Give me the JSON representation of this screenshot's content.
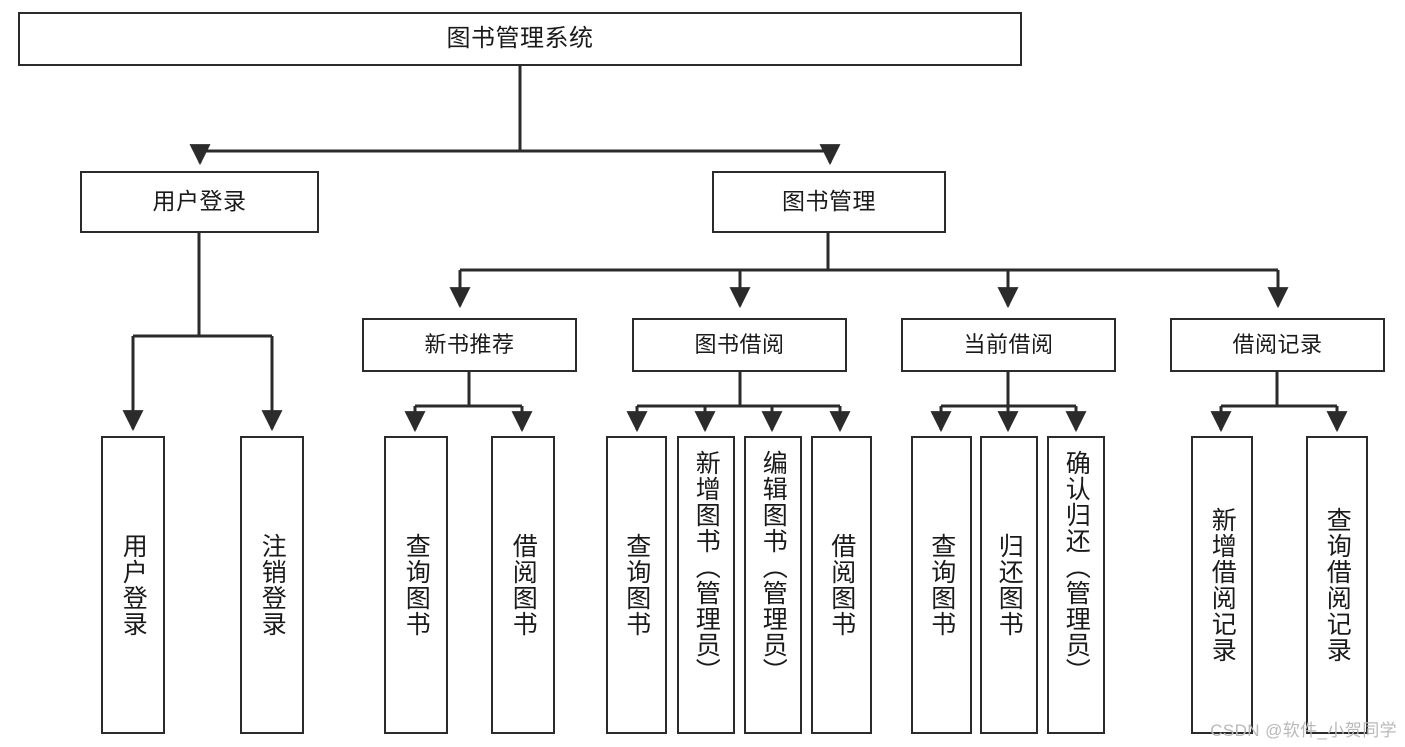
{
  "diagram": {
    "type": "tree-hierarchy-chart",
    "title": "图书管理系统",
    "root": {
      "label": "图书管理系统"
    },
    "level2": [
      {
        "id": "user-login",
        "label": "用户登录"
      },
      {
        "id": "book-management",
        "label": "图书管理"
      }
    ],
    "level3": [
      {
        "id": "new-book-recommend",
        "label": "新书推荐",
        "parent": "book-management"
      },
      {
        "id": "book-borrow",
        "label": "图书借阅",
        "parent": "book-management"
      },
      {
        "id": "current-borrow",
        "label": "当前借阅",
        "parent": "book-management"
      },
      {
        "id": "borrow-record",
        "label": "借阅记录",
        "parent": "book-management"
      }
    ],
    "leaves": [
      {
        "id": "leaf-user-login",
        "label": "用户登录",
        "parent": "user-login"
      },
      {
        "id": "leaf-logout",
        "label": "注销登录",
        "parent": "user-login"
      },
      {
        "id": "leaf-query-book-1",
        "label": "查询图书",
        "parent": "new-book-recommend"
      },
      {
        "id": "leaf-borrow-book-1",
        "label": "借阅图书",
        "parent": "new-book-recommend"
      },
      {
        "id": "leaf-query-book-2",
        "label": "查询图书",
        "parent": "book-borrow"
      },
      {
        "id": "leaf-add-book",
        "label": "新增图书（管理员）",
        "parent": "book-borrow"
      },
      {
        "id": "leaf-edit-book",
        "label": "编辑图书（管理员）",
        "parent": "book-borrow"
      },
      {
        "id": "leaf-borrow-book-2",
        "label": "借阅图书",
        "parent": "book-borrow"
      },
      {
        "id": "leaf-query-book-3",
        "label": "查询图书",
        "parent": "current-borrow"
      },
      {
        "id": "leaf-return-book",
        "label": "归还图书",
        "parent": "current-borrow"
      },
      {
        "id": "leaf-confirm-return",
        "label": "确认归还（管理员）",
        "parent": "current-borrow"
      },
      {
        "id": "leaf-add-record",
        "label": "新增借阅记录",
        "parent": "borrow-record"
      },
      {
        "id": "leaf-query-record",
        "label": "查询借阅记录",
        "parent": "borrow-record"
      }
    ]
  },
  "watermark": {
    "text": "CSDN @软件_小贺同学"
  },
  "colors": {
    "border": "#2b2b2b",
    "text": "#1a1a1a",
    "background": "#ffffff",
    "watermark": "#b9b9b9"
  }
}
